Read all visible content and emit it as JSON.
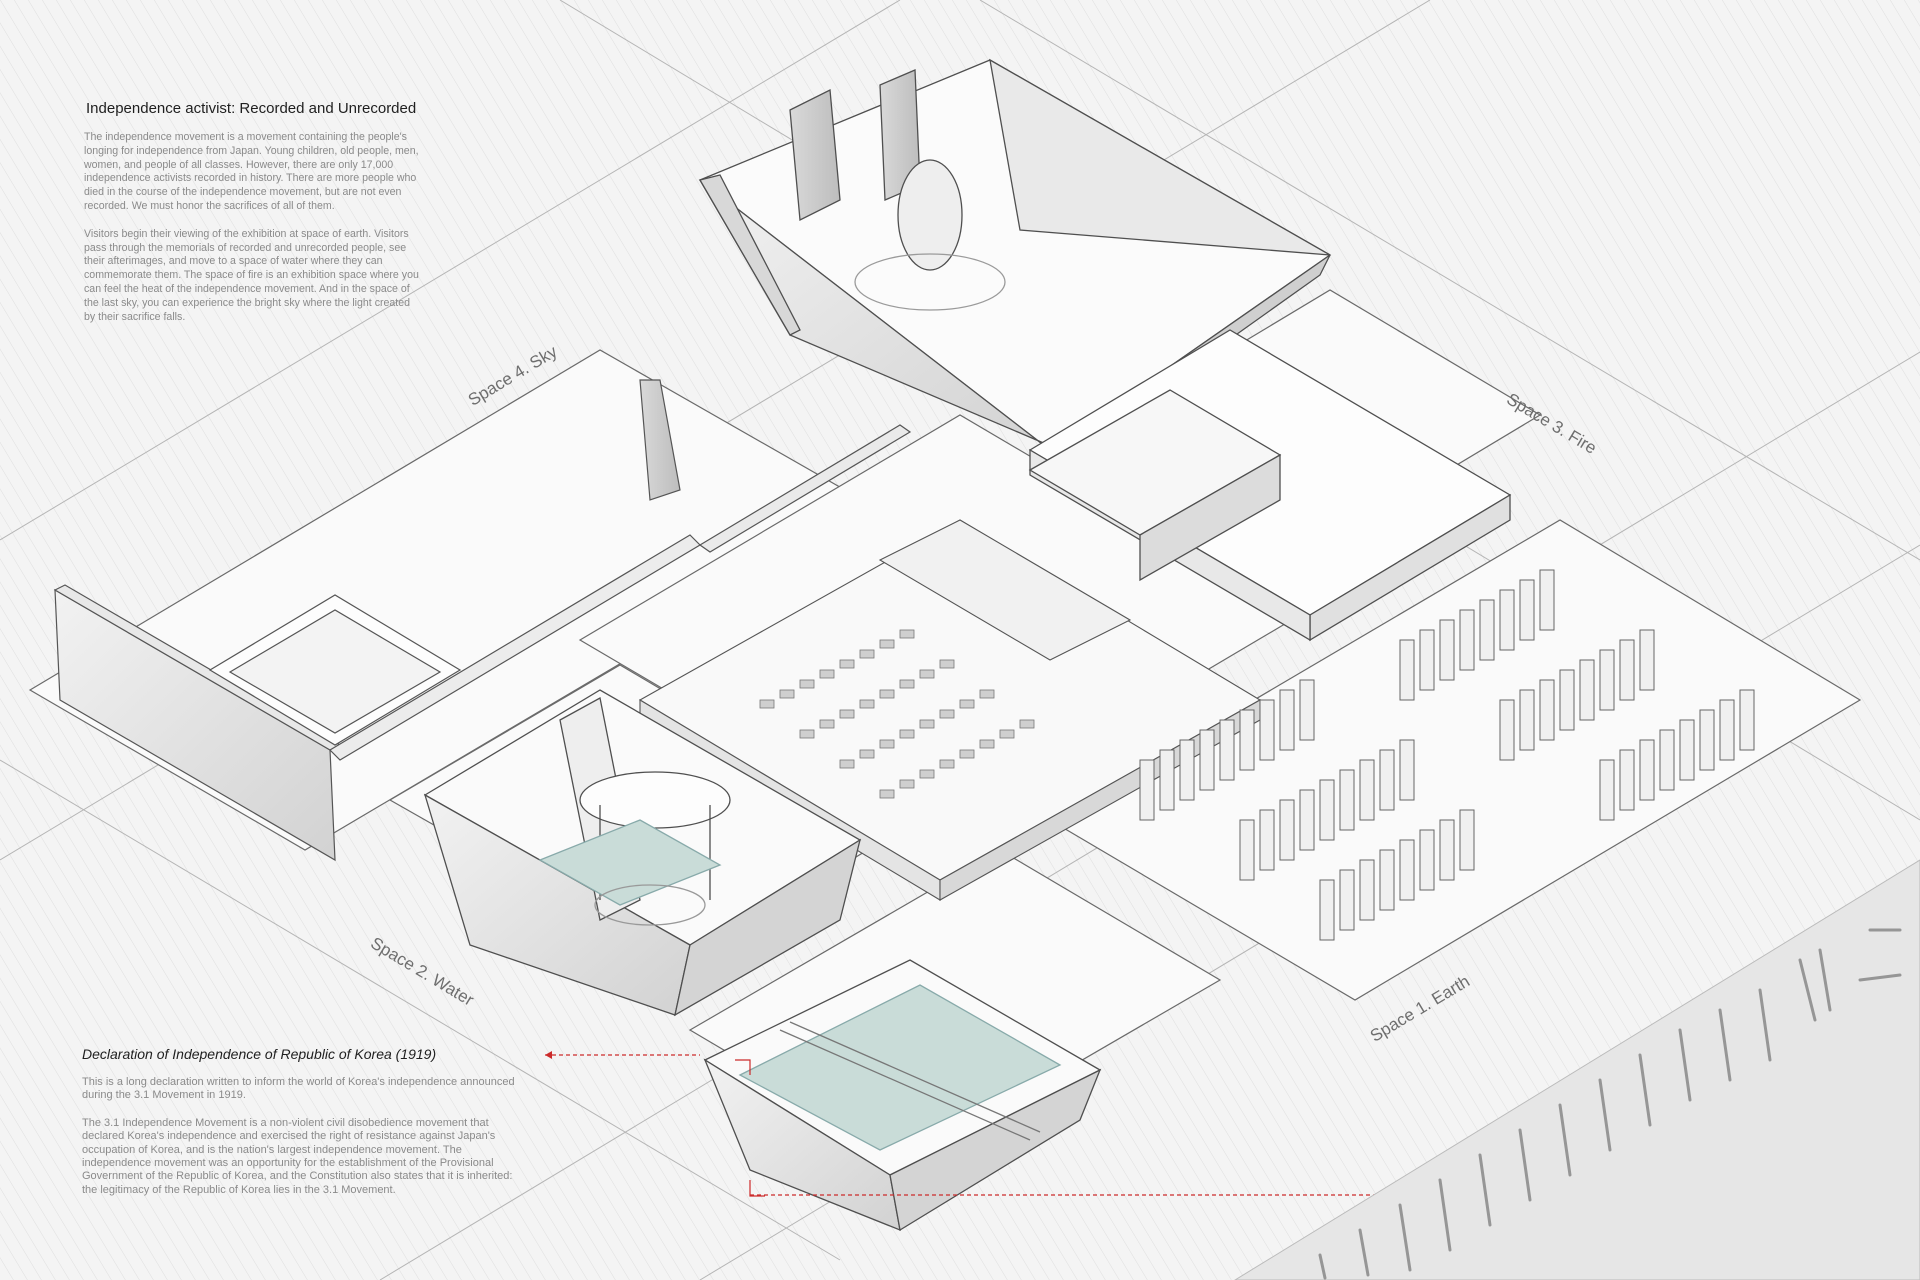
{
  "intro": {
    "title": "Independence activist: Recorded and Unrecorded",
    "paragraph_1": "The independence movement is a movement containing the people's longing for independence from Japan. Young children, old people, men, women, and people of all classes. However, there are only 17,000 independence activists recorded in history. There are more people who died in the course of the independence movement, but are not even recorded. We must honor the sacrifices of all of them.",
    "paragraph_2": "Visitors begin their viewing of the exhibition at space of earth. Visitors pass through the memorials of recorded and unrecorded people, see their afterimages, and move to a space of water where they can commemorate them. The space of fire is an exhibition space where you can feel the heat of the independence movement. And in the space of the last sky, you can experience the bright sky where the light created by their sacrifice falls."
  },
  "declaration": {
    "title": "Declaration of Independence of Republic of Korea (1919)",
    "paragraph_1": "This is a long declaration written to inform the world of Korea's independence announced during the 3.1 Movement in 1919.",
    "paragraph_2": "The 3.1 Independence Movement is a non-violent civil disobedience movement that declared Korea's independence and exercised the right of resistance against Japan's occupation of Korea, and is the nation's largest independence movement. The independence movement was an opportunity for the establishment of the Provisional Government of the Republic of Korea, and the Constitution also states that it is inherited: the legitimacy of the Republic of Korea lies in the 3.1 Movement."
  },
  "spaces": {
    "sky": "Space 4. Sky",
    "fire": "Space 3. Fire",
    "water": "Space 2. Water",
    "earth": "Space 1. Earth"
  },
  "colors": {
    "background": "#f4f4f4",
    "line": "#5a5a5a",
    "hatch": "#dcdcdc",
    "water": "#c9dcd8",
    "accent_red": "#cc2b2b"
  }
}
